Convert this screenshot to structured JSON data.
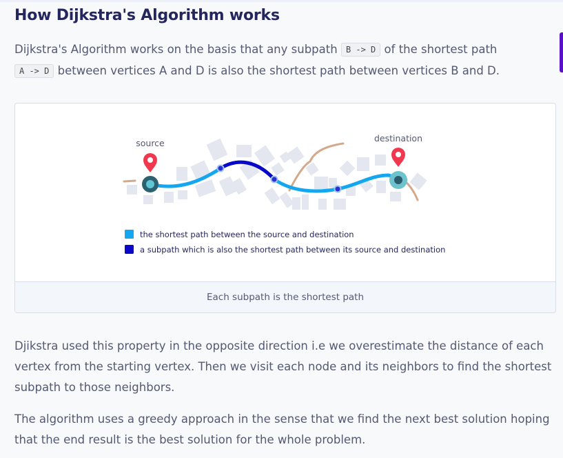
{
  "heading": "How Dijkstra's Algorithm works",
  "intro": {
    "part1": "Dijkstra's Algorithm works on the basis that any subpath ",
    "code1": "B -> D",
    "part2": " of the shortest path",
    "code2": "A -> D",
    "part3": " between vertices A and D is also the shortest path between vertices B and D."
  },
  "figure": {
    "source_label": "source",
    "destination_label": "destination",
    "legend": [
      {
        "color": "#14a7f0",
        "text": "the shortest path between the source and destination"
      },
      {
        "color": "#0b07c9",
        "text": "a subpath which is also the shortest path between its source and destination"
      }
    ],
    "caption": "Each subpath is the shortest path"
  },
  "paragraph2": "Djikstra used this property in the opposite direction i.e we overestimate the distance of each vertex from the starting vertex. Then we visit each node and its neighbors to find the shortest subpath to those neighbors.",
  "paragraph3": "The algorithm uses a greedy approach in the sense that we find the next best solution hoping that the end result is the best solution for the whole problem.",
  "colors": {
    "heading": "#25265e",
    "body_text": "#545871",
    "path_light": "#14a7f0",
    "path_dark": "#0b07c9",
    "road": "#d4a88a",
    "pin": "#f0394f",
    "node_ring": "#4eb7c2",
    "block": "#e3e6ee",
    "accent": "#5a10c8"
  },
  "icons": [
    "map-pin-icon"
  ]
}
